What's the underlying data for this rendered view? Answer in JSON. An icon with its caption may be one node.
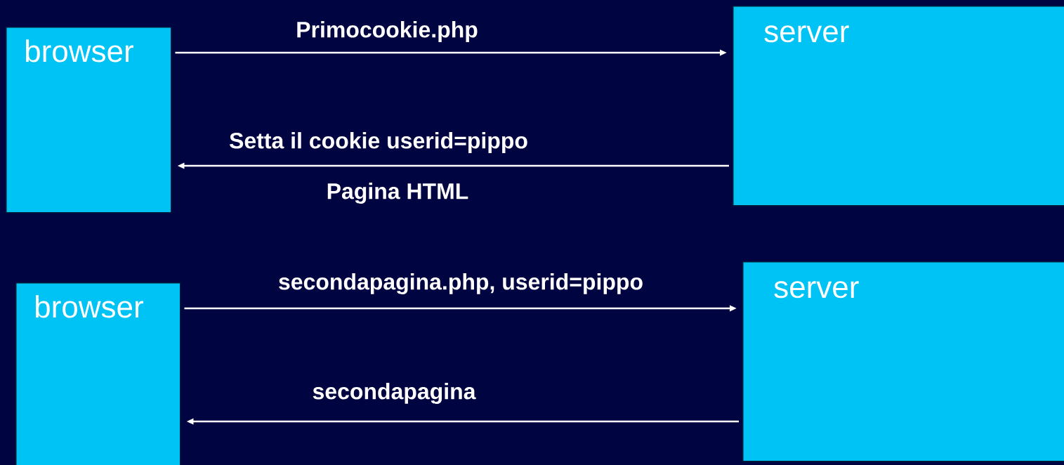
{
  "diagram": {
    "nodes": [
      {
        "text": [
          "browser"
        ]
      },
      {
        "text": [
          "server"
        ]
      },
      {
        "text": [
          "browser"
        ]
      },
      {
        "text": [
          "server"
        ]
      }
    ],
    "edges": [
      {
        "from": 0,
        "to": 1,
        "arrow": "to",
        "label": "Primocookie.php"
      },
      {
        "from": 1,
        "to": 0,
        "arrow": "to",
        "label": "Setta il cookie  userid=pippo"
      },
      {
        "from": 2,
        "to": 3,
        "arrow": "to",
        "label": "secondapagina.php, userid=pippo"
      },
      {
        "from": 3,
        "to": 2,
        "arrow": "to",
        "label": "secondapagina"
      }
    ],
    "labels": [
      "Pagina HTML"
    ]
  }
}
